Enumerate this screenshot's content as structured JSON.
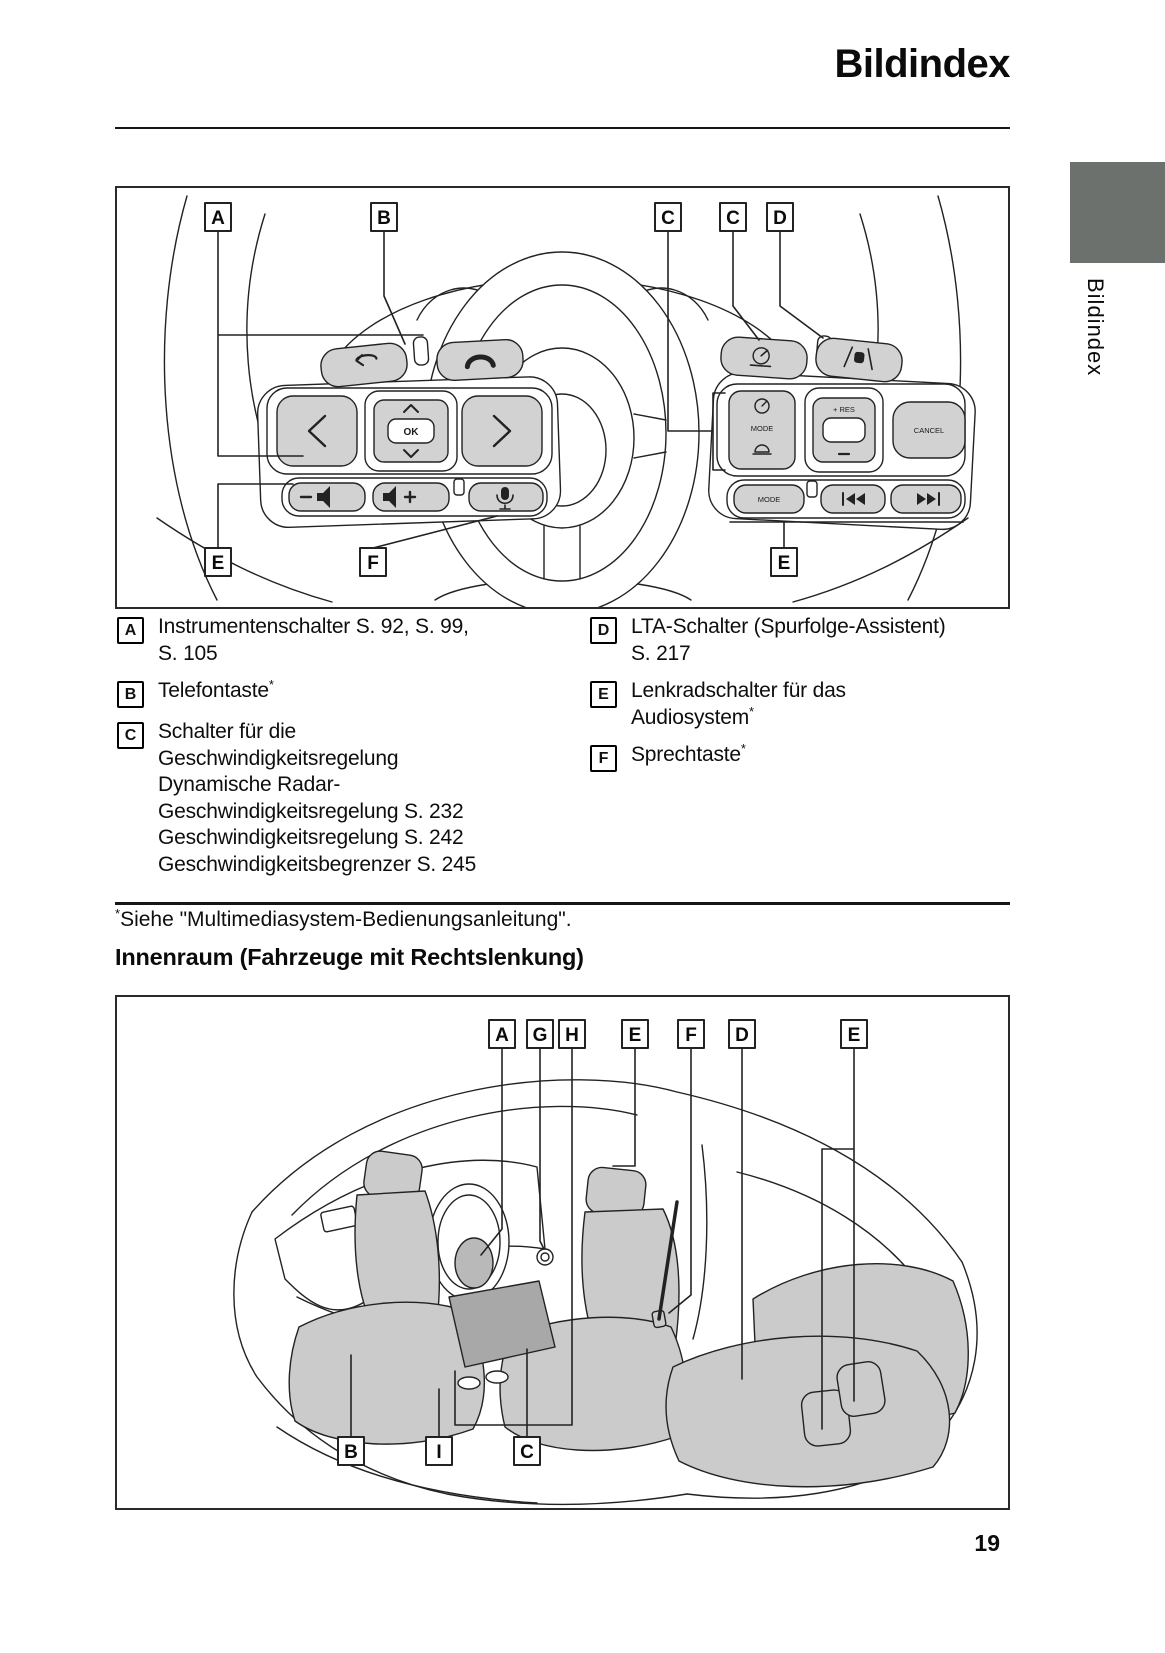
{
  "page": {
    "title": "Bildindex",
    "number": "19"
  },
  "side_tab": {
    "label": "Bildindex",
    "color": "#6d716d"
  },
  "wheel_diagram": {
    "callouts_top": [
      "A",
      "B",
      "C",
      "C",
      "D"
    ],
    "callouts_bottom": [
      "E",
      "F",
      "E"
    ],
    "buttons": {
      "ok": "OK",
      "mode": "MODE",
      "res": "+ RES",
      "cancel": "CANCEL",
      "mode2": "MODE"
    }
  },
  "legend": {
    "left": [
      {
        "key": "A",
        "lines": [
          "Instrumentenschalter S. 92, S. 99,",
          "S. 105"
        ],
        "sup": ""
      },
      {
        "key": "B",
        "lines": [
          "Telefontaste"
        ],
        "sup": "*"
      },
      {
        "key": "C",
        "lines": [
          "Schalter für die",
          "Geschwindigkeitsregelung",
          "Dynamische Radar-",
          "Geschwindigkeitsregelung S. 232",
          "Geschwindigkeitsregelung S. 242",
          "Geschwindigkeitsbegrenzer S. 245"
        ],
        "sup": ""
      }
    ],
    "right": [
      {
        "key": "D",
        "lines": [
          "LTA-Schalter (Spurfolge-Assistent)",
          "S. 217"
        ],
        "sup": ""
      },
      {
        "key": "E",
        "lines": [
          "Lenkradschalter für das",
          "Audiosystem"
        ],
        "sup": "*"
      },
      {
        "key": "F",
        "lines": [
          "Sprechtaste"
        ],
        "sup": "*"
      }
    ]
  },
  "footnote": {
    "sup": "*",
    "text": "Siehe \"Multimediasystem-Bedienungsanleitung\"."
  },
  "interior": {
    "heading": "Innenraum (Fahrzeuge mit Rechtslenkung)",
    "callouts_top": [
      "A",
      "G",
      "H",
      "E",
      "F",
      "D",
      "E"
    ],
    "callouts_bottom": [
      "B",
      "I",
      "C"
    ]
  },
  "colors": {
    "seat_fill": "#cbcbcb",
    "button_fill": "#d2d2d2",
    "console_fill": "#a8a8a8",
    "line": "#222222"
  }
}
